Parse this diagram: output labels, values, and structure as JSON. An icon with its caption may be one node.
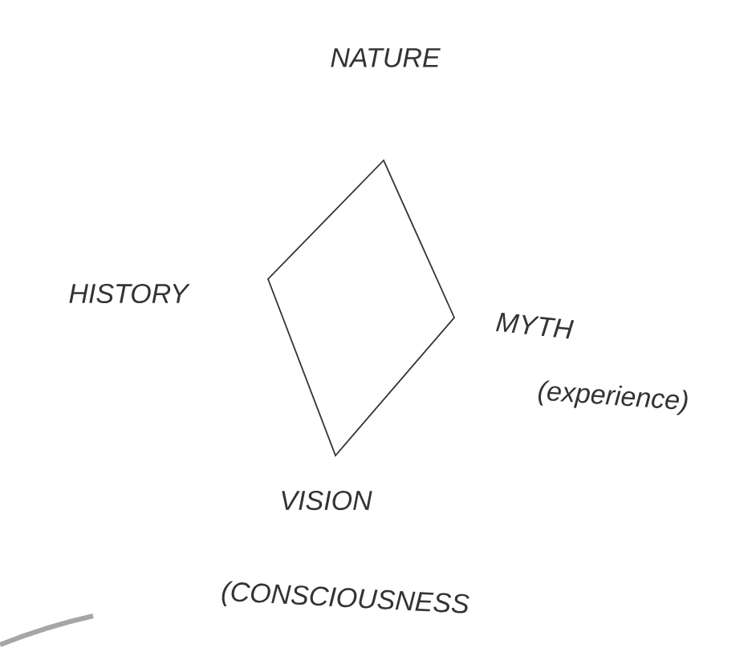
{
  "diagram": {
    "nodes": [
      {
        "text": [],
        "shape": "diamond"
      }
    ],
    "labels": [
      "NATURE",
      "HISTORY",
      "MYTH",
      "(experience)",
      "VISION",
      "(CONSCIOUSNESS"
    ]
  }
}
